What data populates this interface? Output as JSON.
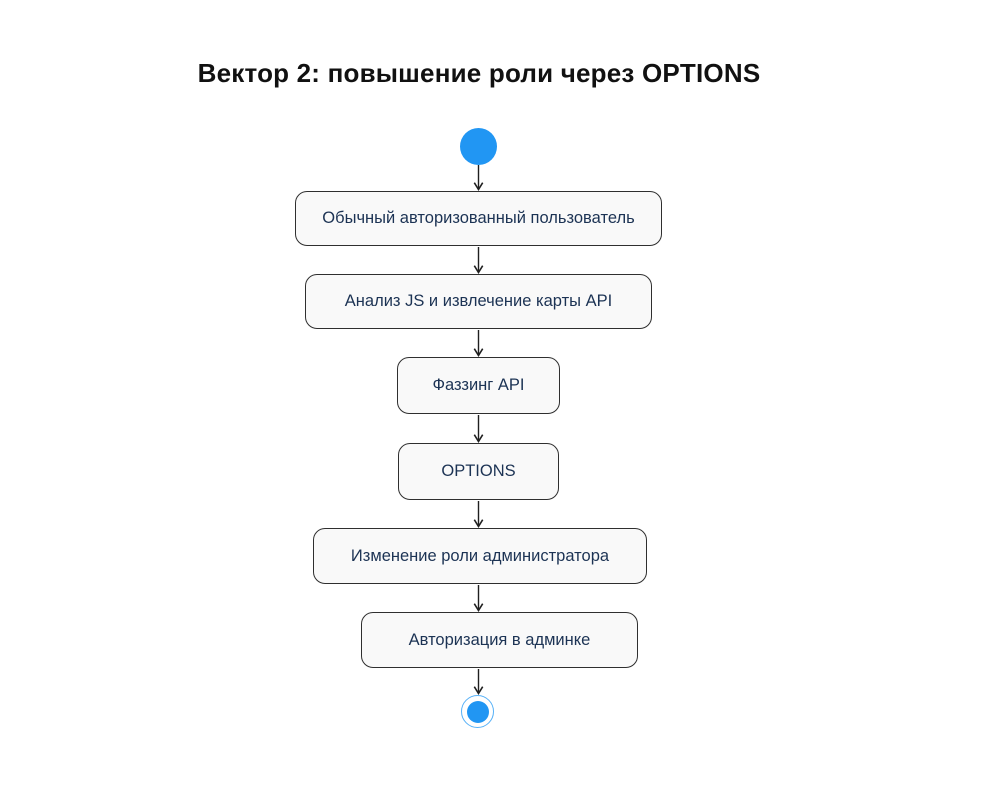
{
  "title": "Вектор 2: повышение роли через OPTIONS",
  "nodes": [
    {
      "label": "Обычный авторизованный пользователь"
    },
    {
      "label": "Анализ JS и извлечение карты API"
    },
    {
      "label": "Фаззинг API"
    },
    {
      "label": "OPTIONS"
    },
    {
      "label": "Изменение роли администратора"
    },
    {
      "label": "Авторизация в админке"
    }
  ],
  "colors": {
    "accent_blue": "#2196f3",
    "end_ring_blue": "#57b1f7",
    "node_fill": "#f9f9f9",
    "node_border": "#2f2f2f",
    "node_text": "#1c3354",
    "arrow_color": "#1f1f1f"
  }
}
